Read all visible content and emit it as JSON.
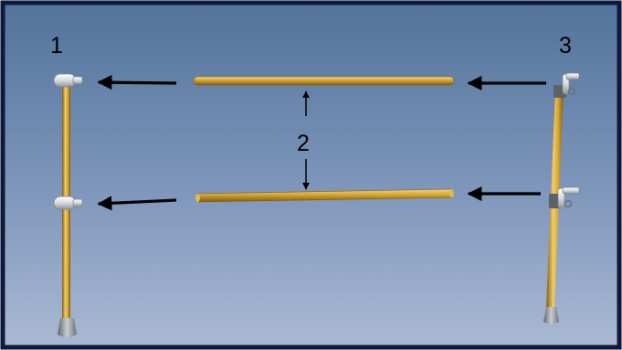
{
  "labels": {
    "post_left": "1",
    "rails": "2",
    "post_right": "3"
  },
  "colors": {
    "background_top": "#52739b",
    "background_bottom": "#aab9d3",
    "frame": "#0d1a3c",
    "rail": "#d6a52f",
    "rail_dark": "#7c5a12",
    "fitting": "#d7dadd",
    "base": "#8b9096",
    "arrow": "#000000"
  },
  "parts": {
    "post_left": "left-post-with-tee-fittings",
    "rails": "horizontal-rails",
    "post_right": "right-post-with-side-fittings"
  }
}
